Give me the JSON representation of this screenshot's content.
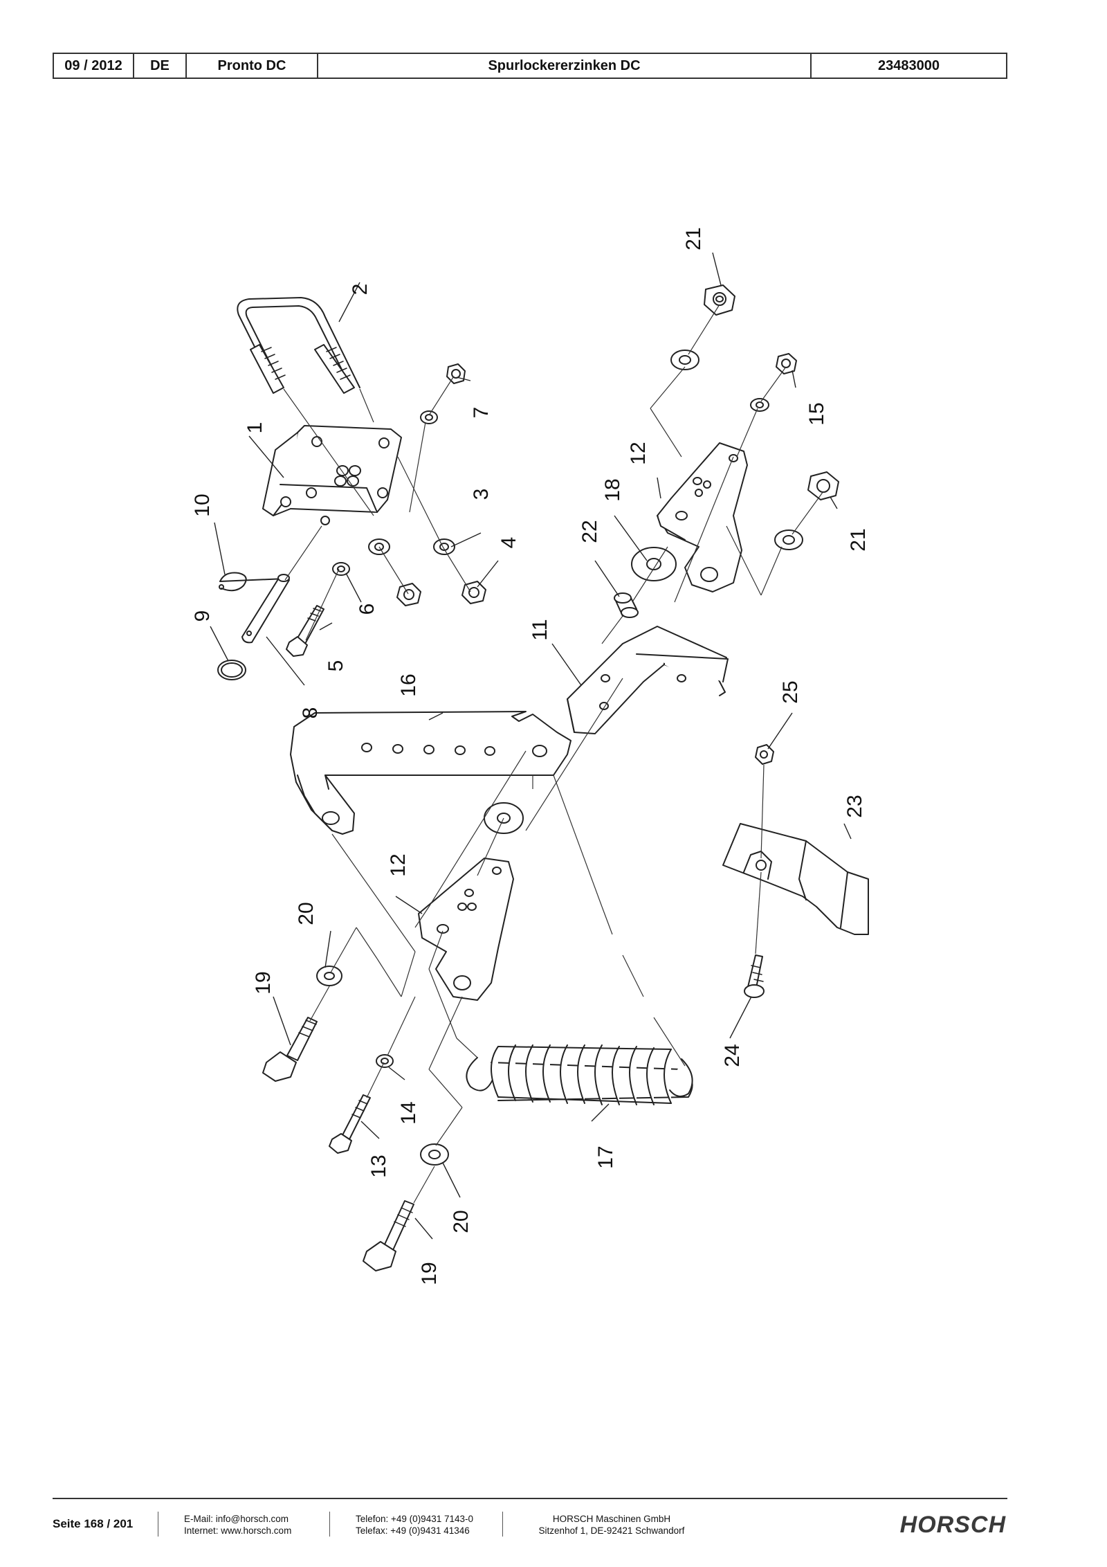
{
  "header": {
    "date": "09 / 2012",
    "language": "DE",
    "model": "Pronto DC",
    "title": "Spurlockererzinken DC",
    "part_number": "23483000"
  },
  "diagram": {
    "labels": [
      "1",
      "2",
      "3",
      "4",
      "5",
      "6",
      "7",
      "8",
      "9",
      "10",
      "11",
      "12",
      "12",
      "13",
      "14",
      "15",
      "16",
      "17",
      "18",
      "19",
      "19",
      "20",
      "20",
      "21",
      "21",
      "22",
      "23",
      "24",
      "25"
    ]
  },
  "footer": {
    "page": "Seite 168 / 201",
    "email": "E-Mail: info@horsch.com",
    "internet": "Internet: www.horsch.com",
    "phone": "Telefon: +49 (0)9431 7143-0",
    "fax": "Telefax: +49 (0)9431 41346",
    "company": "HORSCH Maschinen GmbH",
    "address": "Sitzenhof 1, DE-92421 Schwandorf",
    "logo": "HORSCH"
  }
}
